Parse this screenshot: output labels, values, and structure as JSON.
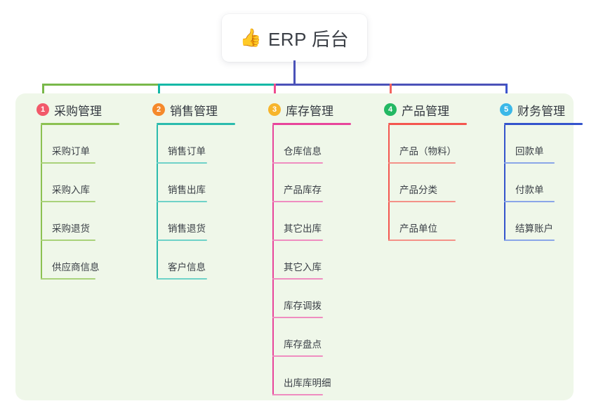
{
  "root": {
    "icon": "thumbs-up-icon",
    "emoji": "👍",
    "title": "ERP 后台"
  },
  "palette": {
    "panel_bg": "#eff7e9",
    "page_bg": "#ffffff",
    "text": "#3a3f46"
  },
  "connectors": {
    "trunk_color": "#4b52b8",
    "segments": [
      {
        "name": "segment-green",
        "color": "#79b84a"
      },
      {
        "name": "segment-teal",
        "color": "#14b8a6"
      },
      {
        "name": "segment-blue",
        "color": "#4b52b8"
      }
    ],
    "drops": [
      "#79b84a",
      "#14b8a6",
      "#ee4d8f",
      "#f4645f",
      "#3d55cc"
    ]
  },
  "columns": [
    {
      "number": "1",
      "title": "采购管理",
      "badge_color": "#f2596a",
      "line_color": "#8cc152",
      "rule_color": "#a9d27a",
      "title_rule_width": 112,
      "item_rule_width": 78,
      "items": [
        "采购订单",
        "采购入库",
        "采购退货",
        "供应商信息"
      ]
    },
    {
      "number": "2",
      "title": "销售管理",
      "badge_color": "#f5892b",
      "line_color": "#2bbbad",
      "rule_color": "#6fd2c8",
      "title_rule_width": 112,
      "item_rule_width": 72,
      "items": [
        "销售订单",
        "销售出库",
        "销售退货",
        "客户信息"
      ]
    },
    {
      "number": "3",
      "title": "库存管理",
      "badge_color": "#f7b52c",
      "line_color": "#e8459b",
      "rule_color": "#ef8dc0",
      "title_rule_width": 112,
      "item_rule_width": 72,
      "items": [
        "仓库信息",
        "产品库存",
        "其它出库",
        "其它入库",
        "库存调拨",
        "库存盘点",
        "出库库明细"
      ]
    },
    {
      "number": "4",
      "title": "产品管理",
      "badge_color": "#23b863",
      "line_color": "#f4564f",
      "rule_color": "#f49188",
      "title_rule_width": 112,
      "item_rule_width": 96,
      "items": [
        "产品（物料）",
        "产品分类",
        "产品单位"
      ]
    },
    {
      "number": "5",
      "title": "财务管理",
      "badge_color": "#3bb8e8",
      "line_color": "#3454cc",
      "rule_color": "#8aa6e8",
      "title_rule_width": 112,
      "item_rule_width": 72,
      "items": [
        "回款单",
        "付款单",
        "结算账户"
      ]
    }
  ]
}
